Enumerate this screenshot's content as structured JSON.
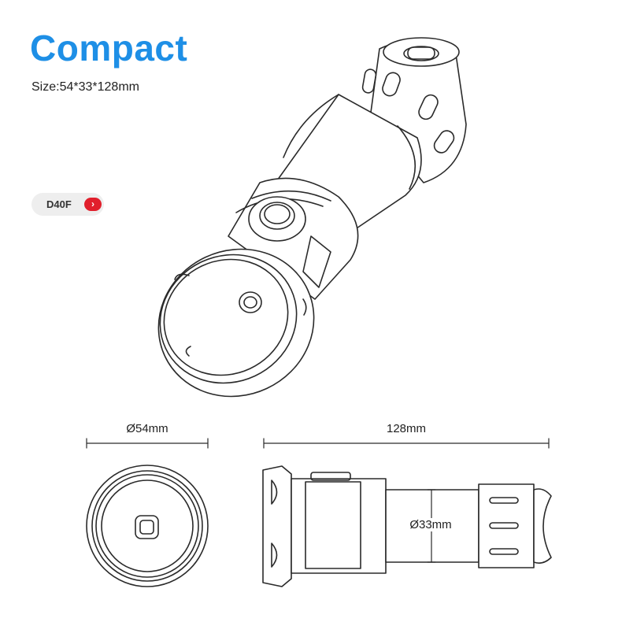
{
  "header": {
    "title": "Compact",
    "size": "Size:54*33*128mm"
  },
  "model": {
    "label": "D40F",
    "arrow_glyph": "›"
  },
  "dimensions": {
    "diameter_head": "Ø54mm",
    "length": "128mm",
    "diameter_body": "Ø33mm"
  },
  "colors": {
    "accent": "#1e8fe6",
    "badge": "#e11f2c",
    "line": "#2a2a2a"
  }
}
